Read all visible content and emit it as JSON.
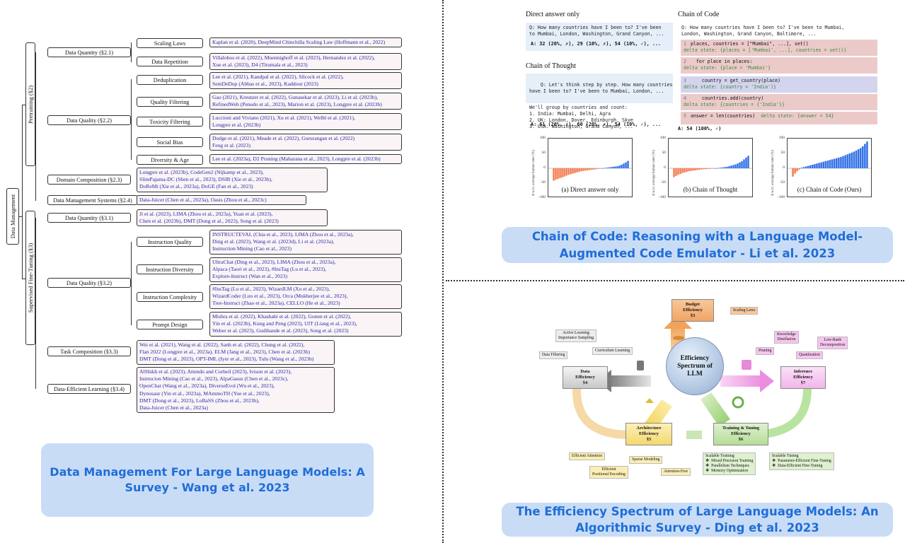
{
  "captions": {
    "wang": "Data Management For Large Language Models: A Survey - Wang et al. 2023",
    "li": "Chain of Code: Reasoning with a Language Model-Augmented Code Emulator - Li et al. 2023",
    "ding": "The Efficiency Spectrum of Large Language Models: An Algorithmic Survey - Ding et al. 2023"
  },
  "tree": {
    "root": "Data Management",
    "pretraining": "Pretraining (§2)",
    "sft": "Supervised Fine-Tuning (§3)",
    "l2": [
      "Data Quantity (§2.1)",
      "Data Quality (§2.2)",
      "Domain Composition (§2.3)",
      "Data Management Systems (§2.4)",
      "Data Quantity (§3.1)",
      "Data Quality (§3.2)",
      "Task Composition (§3.3)",
      "Data-Efficient Learning (§3.4)"
    ],
    "l3": [
      "Scaling Laws",
      "Data Repetition",
      "Deduplication",
      "Quality Filtering",
      "Toxicity Filtering",
      "Social Bias",
      "Diversity & Age",
      "Instruction Quality",
      "Instruction Diversity",
      "Instruction Complexity",
      "Prompt Design"
    ],
    "refs": [
      [
        "Kaplan et al. (2020), DeepMind Chinchilla Scaling Law (Hoffmann et al., 2022)"
      ],
      [
        "Villalobos et al. (2022), Muennighoff et al. (2023), Hernandez et al. (2022),",
        "Xue et al. (2023), D4 (Tirumala et al., 2023)"
      ],
      [
        "Lee et al. (2021), Kandpal et al. (2022), Silcock et al. (2022),",
        "SemDeDup (Abbas et al., 2023), Kaddour (2023)"
      ],
      [
        "Gao (2021), Kreutzer et al. (2022), Gunasekar et al. (2023), Li et al. (2023b),",
        "RefinedWeb (Penedo et al., 2023), Marion et al. (2023), Longpre et al. (2023b)"
      ],
      [
        "Luccioni and Viviano (2021), Xu et al. (2021), Welbl et al. (2021),",
        "Longpre et al. (2023b)"
      ],
      [
        "Dodge et al. (2021), Meade et al. (2022), Gururangan et al. (2022)",
        "Feng et al. (2023)"
      ],
      [
        "Lee et al. (2023a), D2 Pruning (Maharana et al., 2023), Longpre et al. (2023b)"
      ],
      [
        "Longpre et al. (2023b), CodeGen2 (Nijkamp et al., 2023),",
        "SlimPajama-DC (Shen et al., 2023), DSIR (Xie et al., 2023b),",
        "DoReMi (Xie et al., 2023a), DoGE (Fan et al., 2023)"
      ],
      [
        "Data-Juicer (Chen et al., 2023a), Oasis (Zhou et al., 2023c)"
      ],
      [
        "Ji et al. (2023), LIMA (Zhou et al., 2023a), Yuan et al. (2023),",
        "Chen et al. (2023b), DMT (Dong et al., 2023), Song et al. (2023)"
      ],
      [
        "INSTRUCTEVAL (Chia et al., 2023), LIMA (Zhou et al., 2023a),",
        "Ding et al. (2023), Wang et al. (2023d), Li et al. (2023a),",
        "Instruction Mining (Cao et al., 2023)"
      ],
      [
        "UltraChat (Ding et al., 2023), LIMA (Zhou et al., 2023a),",
        "Alpaca (Taori et al., 2023), #InsTag (Lu et al., 2023),",
        "Explore-Instruct (Wan et al., 2023)"
      ],
      [
        "#InsTag (Lu et al., 2023), WizardLM (Xu et al., 2023),",
        "WizardCoder (Luo et al., 2023), Orca (Mukherjee et al., 2023),",
        "Tree-Instruct (Zhao et al., 2023a), CELLO (He et al., 2023)"
      ],
      [
        "Mishra et al. (2022), Khashabi et al. (2022), Gonen et al. (2022),",
        "Yin et al. (2023b), Kung and Peng (2023), UIT (Liang et al., 2023),",
        "Weber et al. (2023), Gudibande et al. (2023), Song et al. (2023)"
      ],
      [
        "Wei et al. (2021), Wang et al. (2022), Sanh et al. (2022), Chung et al. (2022),",
        "Flan 2022 (Longpre et al., 2023a), ELM (Jang et al., 2023), Chen et al. (2023b)",
        "DMT (Dong et al., 2023), OPT-IML (Iyer et al., 2023), Tulu (Wang et al., 2023b)"
      ],
      [
        "AlShikh et al. (2023), Attendu and Corbeil (2023), Ivison et al. (2023),",
        "Instrucion Mining (Cao et al., 2023), AlpaGasus (Chen et al., 2023c),",
        "OpenChat (Wang et al., 2023a), DiverseEvol (Wu et al., 2023),",
        "Dynosaur (Yin et al., 2023a), MAmmoTH (Yue et al., 2023),",
        "DMT (Dong et al., 2023), LoBaSS (Zhou et al., 2023b),",
        "Data-Juicer (Chen et al., 2023a)"
      ]
    ]
  },
  "coc": {
    "direct_title": "Direct answer only",
    "direct_q": "Q: How many countries have I been to? I've been\nto Mumbai, London, Washington, Grand Canyon, ...",
    "direct_a": "A: 32 (20%, ✗), 29 (10%, ✗), 54 (10%, ✓), ...",
    "cot_title": "Chain of Thought",
    "cot_q": "Q: Let's think step by step. How many countries\nhave I been to? I've been to Mumbai, London, ...",
    "cot_body": "We'll group by countries and count:\n1. India: Mumbai, Delhi, Agra\n2. UK: London, Dover, Edinburgh, Skye\n3. USA: Washington, Grand Canyon, ...",
    "cot_a": "A: 61 (20%, ✗), 60 (20%, ✗), 54 (10%, ✓), ...",
    "code_title": "Chain of Code",
    "code_q": "Q: How many countries have I been to? I've been to Mumbai,\nLondon, Washington, Grand Canyon, Baltimore, ...",
    "lines": [
      {
        "n": "1",
        "code": "places, countries = [\"Mumbai\", ...], set()",
        "delta": "delta state: {places = ['Mumbai', ...], countries = set()}"
      },
      {
        "n": "2",
        "code": "  for place in places:",
        "delta": "delta state: {place = 'Mumbai'}"
      },
      {
        "n": "3",
        "code": "    country = get_country(place)",
        "delta": "delta state: {country = 'India')}"
      },
      {
        "n": "4",
        "code": "    countries.add(country)",
        "delta": "delta state: {countries = {'India'}}"
      },
      {
        "n": "5",
        "code": "answer = len(countries)",
        "delta": "delta state: {answer = 54}"
      }
    ],
    "code_a": "A: 54 (100%, ✓)",
    "ylabel": "Δ w.r.t. average human rater (%)",
    "yticks": [
      "100",
      "50",
      "0",
      "-50",
      "-100"
    ],
    "charts": [
      "(a) Direct answer only",
      "(b) Chain of Thought",
      "(c) Chain of Code (Ours)"
    ],
    "colors": {
      "neg": "#f47b4e",
      "pos": "#2f6fe6"
    }
  },
  "chart_data": [
    {
      "type": "bar",
      "title": "(a) Direct answer only",
      "ylabel": "Δ w.r.t. average human rater (%)",
      "ylim": [
        -100,
        100
      ],
      "values": [
        -42,
        -38,
        -36,
        -33,
        -31,
        -28,
        -25,
        -22,
        -20,
        -18,
        -16,
        -14,
        -12,
        -10,
        -9,
        -8,
        -7,
        -6,
        -5,
        -4,
        -3,
        -2,
        -1,
        0,
        1,
        2,
        3,
        4,
        5,
        6,
        7,
        9,
        12,
        16,
        20,
        25
      ]
    },
    {
      "type": "bar",
      "title": "(b) Chain of Thought",
      "ylabel": "Δ w.r.t. average human rater (%)",
      "ylim": [
        -100,
        100
      ],
      "values": [
        -30,
        -26,
        -22,
        -19,
        -16,
        -14,
        -12,
        -10,
        -9,
        -8,
        -7,
        -6,
        -5,
        -4,
        -3,
        -3,
        -2,
        -2,
        -1,
        -1,
        0,
        1,
        2,
        3,
        4,
        5,
        7,
        9,
        11,
        13,
        16,
        20,
        24,
        30,
        36,
        42
      ]
    },
    {
      "type": "bar",
      "title": "(c) Chain of Code (Ours)",
      "ylabel": "Δ w.r.t. average human rater (%)",
      "ylim": [
        -100,
        100
      ],
      "values": [
        -28,
        -18,
        -10,
        -4,
        2,
        4,
        6,
        8,
        10,
        12,
        14,
        16,
        18,
        20,
        22,
        24,
        26,
        28,
        30,
        32,
        34,
        36,
        38,
        41,
        44,
        47,
        50,
        53,
        56,
        60,
        64,
        68,
        74,
        82,
        90
      ]
    }
  ],
  "eff": {
    "center": [
      "Efficiency",
      "Spectrum of",
      "LLM"
    ],
    "budget": [
      "Budget",
      "Efficiency",
      "§3"
    ],
    "data": [
      "Data",
      "Efficiency",
      "§4"
    ],
    "arch": [
      "Architecture",
      "Efficiency",
      "§5"
    ],
    "train": [
      "Training & Tuning",
      "Efficiency",
      "§6"
    ],
    "inference": [
      "Inference",
      "Efficiency",
      "§7"
    ],
    "tags": {
      "scaling_laws": "Scaling Laws",
      "active_learning": "Active Learning\nImportance Sampling",
      "data_filtering": "Data Filtering",
      "curriculum": "Curriculum Learning",
      "knowledge": "Knowledge\nDistillation",
      "low_rank": "Low-Rank\nDecomposition",
      "pruning": "Pruning",
      "quantization": "Quantization",
      "eff_attention": "Efficient Attention",
      "sparse": "Sparse Modeling",
      "pos_enc": "Efficient\nPositional Encoding",
      "attn_free": "Attention-Free",
      "scalable_training": "Scalable Training\n❖  Mixed Precision Training\n❖  Parallelism Techniques\n❖  Memory Optimization",
      "scalable_tuning": "Scalable Tuning\n❖  Parameter-Efficient Fine-Tuning\n❖  Data-Efficient Fine-Tuning"
    }
  }
}
